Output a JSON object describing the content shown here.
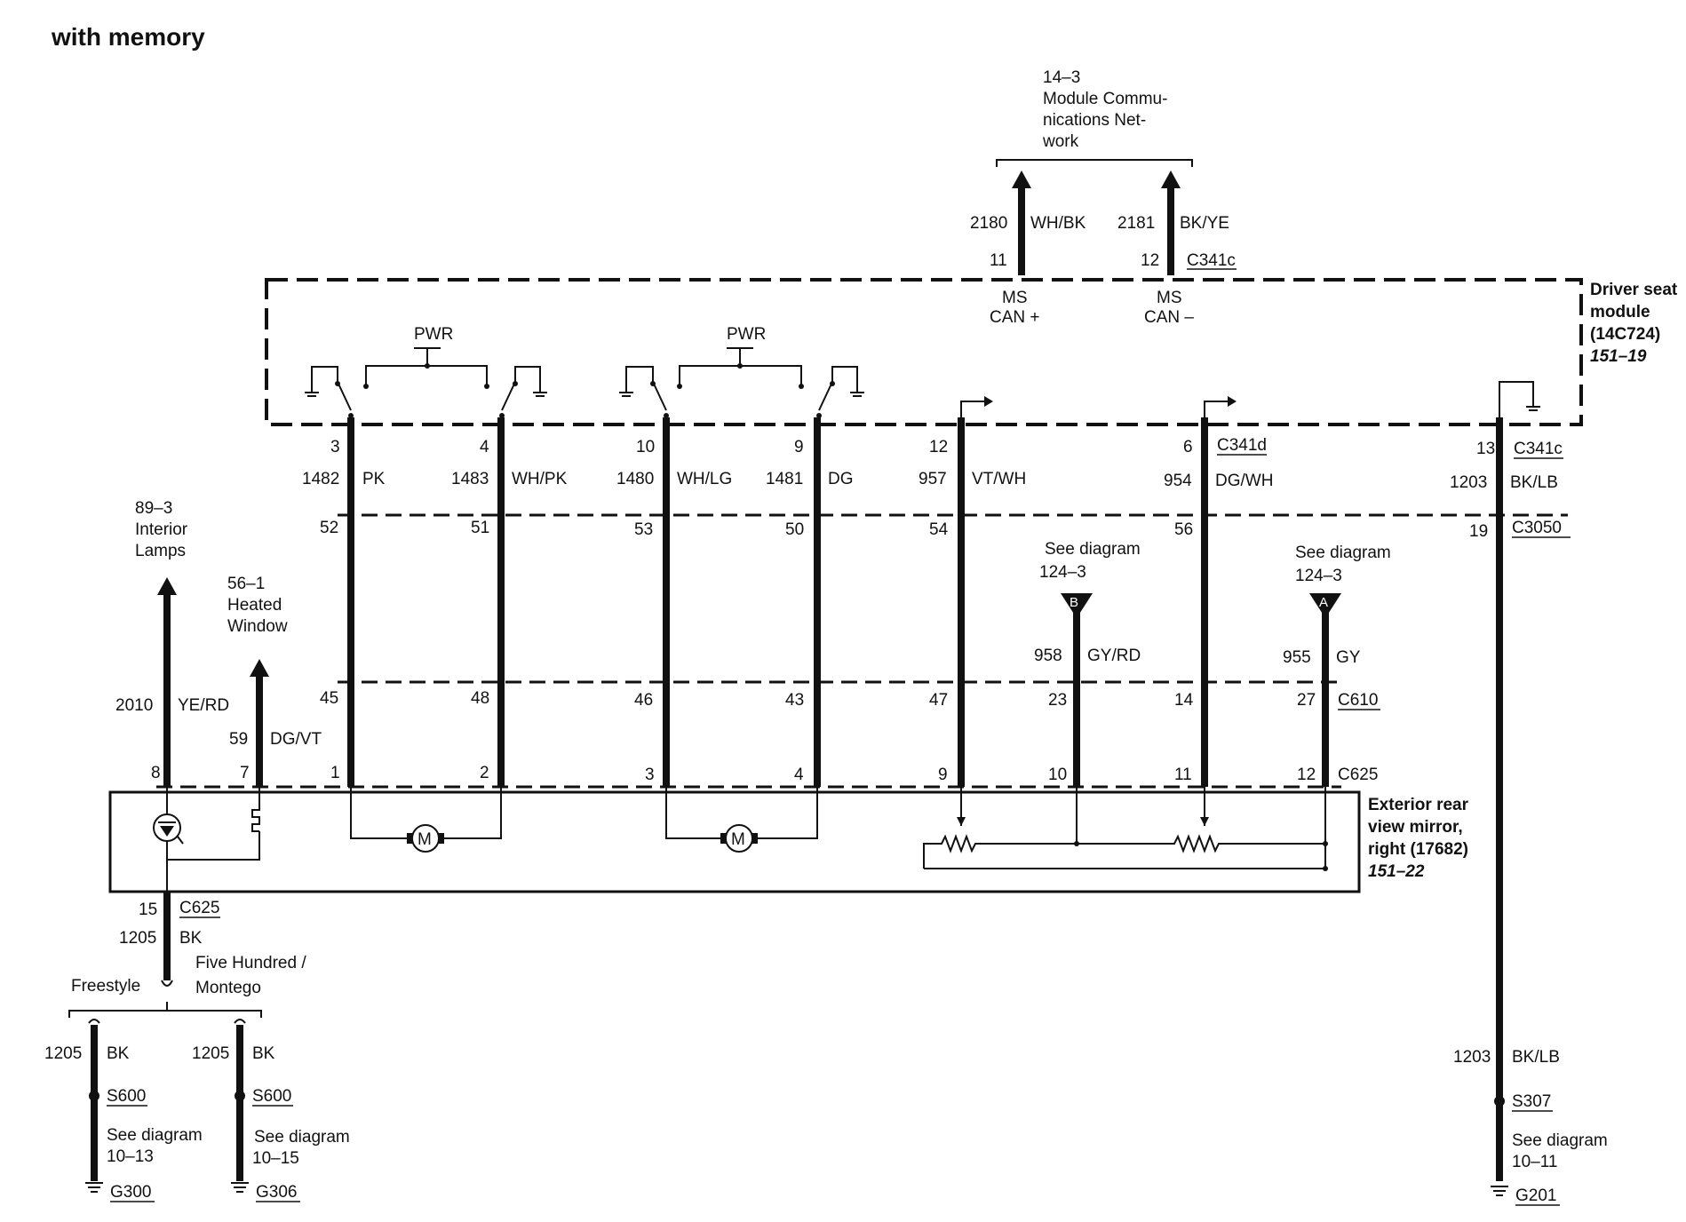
{
  "title": "with memory",
  "mcn": {
    "ref": "14–3",
    "line1": "Module Commu-",
    "line2": "nications Net-",
    "line3": "work",
    "wire1": {
      "circuit": "2180",
      "color": "WH/BK",
      "pin": "11",
      "label1": "MS",
      "label2": "CAN +"
    },
    "wire2": {
      "circuit": "2181",
      "color": "BK/YE",
      "pin": "12",
      "label1": "MS",
      "label2": "CAN –"
    },
    "connector": "C341c"
  },
  "dsm": {
    "line1": "Driver seat",
    "line2": "module",
    "line3": "(14C724)",
    "ref": "151–19",
    "pwr1": "PWR",
    "pwr2": "PWR"
  },
  "circuits": [
    {
      "pin_top": "3",
      "circuit": "1482",
      "color": "PK",
      "c3050": "52",
      "c610": "45",
      "c625": "1"
    },
    {
      "pin_top": "4",
      "circuit": "1483",
      "color": "WH/PK",
      "c3050": "51",
      "c610": "48",
      "c625": "2"
    },
    {
      "pin_top": "10",
      "circuit": "1480",
      "color": "WH/LG",
      "c3050": "53",
      "c610": "46",
      "c625": "3"
    },
    {
      "pin_top": "9",
      "circuit": "1481",
      "color": "DG",
      "c3050": "50",
      "c610": "43",
      "c625": "4"
    },
    {
      "pin_top": "12",
      "circuit": "957",
      "color": "VT/WH",
      "c3050": "54",
      "c610": "47",
      "c625": "9"
    },
    {
      "pin_top": "6",
      "circuit": "954",
      "color": "DG/WH",
      "c3050": "56",
      "c610": "14",
      "c625": "11"
    },
    {
      "pin_top": "13",
      "circuit": "1203",
      "color": "BK/LB",
      "c3050": "19"
    }
  ],
  "connectors": {
    "c341d": "C341d",
    "c341c": "C341c",
    "c3050": "C3050",
    "c610": "C610",
    "c625": "C625"
  },
  "sensor_b": {
    "see1": "See diagram",
    "see2": "124–3",
    "tag": "B",
    "circuit": "958",
    "color": "GY/RD",
    "c610": "23",
    "c625": "10"
  },
  "sensor_a": {
    "see1": "See diagram",
    "see2": "124–3",
    "tag": "A",
    "circuit": "955",
    "color": "GY",
    "c610": "27",
    "c625": "12"
  },
  "interior": {
    "ref": "89–3",
    "line1": "Interior",
    "line2": "Lamps",
    "circuit": "2010",
    "color": "YE/RD",
    "pin": "8"
  },
  "heated": {
    "ref": "56–1",
    "line1": "Heated",
    "line2": "Window",
    "circuit": "59",
    "color": "DG/VT",
    "pin": "7"
  },
  "mirror": {
    "line1": "Exterior rear",
    "line2": "view mirror,",
    "line3": "right (17682)",
    "ref": "151–22"
  },
  "motor_label": "M",
  "ground_main": {
    "pin": "15",
    "connector": "C625",
    "circuit": "1205",
    "color": "BK",
    "freestyle": "Freestyle",
    "fh1": "Five Hundred /",
    "fh2": "Montego"
  },
  "ground_left": {
    "circuit": "1205",
    "color": "BK",
    "splice": "S600",
    "see1": "See diagram",
    "see2": "10–13",
    "ground": "G300"
  },
  "ground_mid": {
    "circuit": "1205",
    "color": "BK",
    "splice": "S600",
    "see1": "See diagram",
    "see2": "10–15",
    "ground": "G306"
  },
  "ground_right": {
    "circuit": "1203",
    "color": "BK/LB",
    "splice": "S307",
    "see1": "See diagram",
    "see2": "10–11",
    "ground": "G201"
  }
}
